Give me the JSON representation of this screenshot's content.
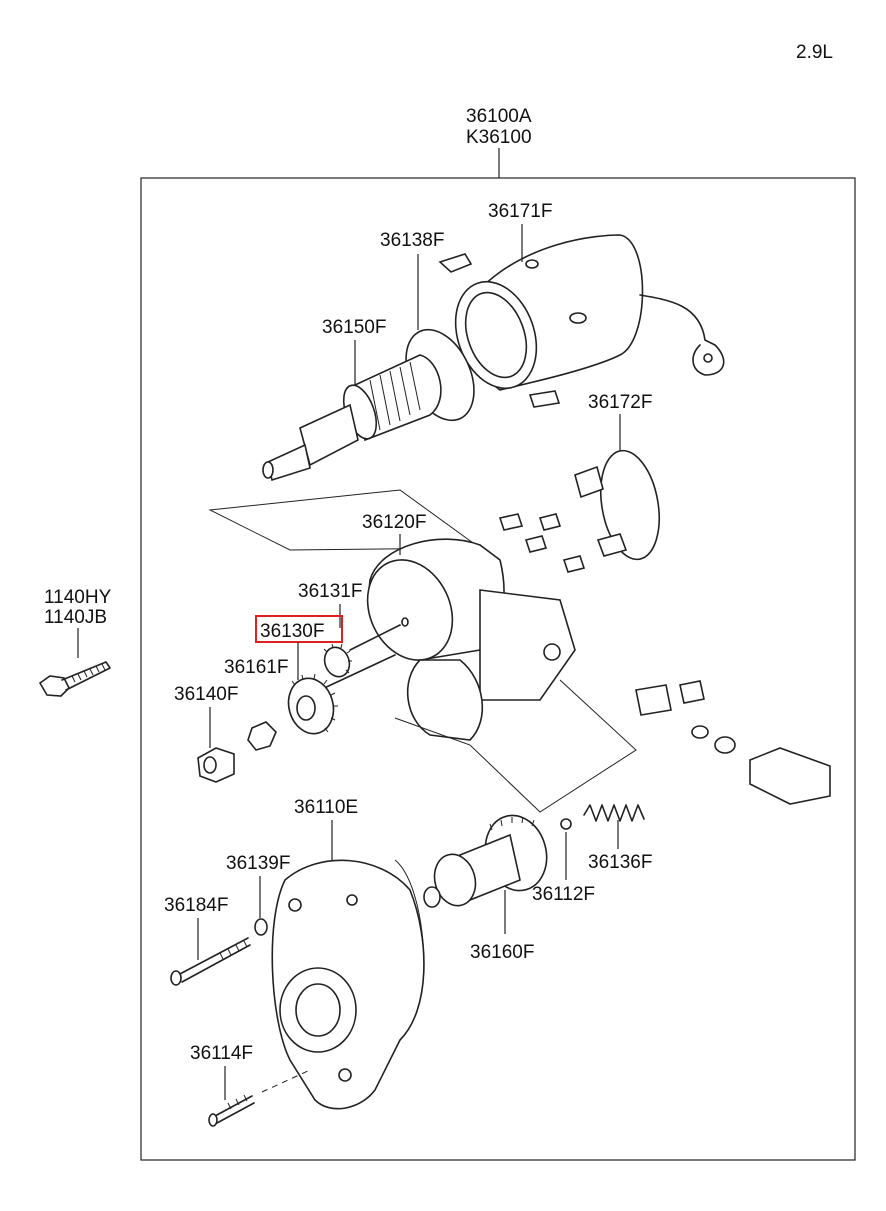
{
  "engine_label": "2.9L",
  "assembly": {
    "part_number": "36100A",
    "kit_number": "K36100"
  },
  "external_bolts": [
    "1140HY",
    "1140JB"
  ],
  "callouts": {
    "c36171F": "36171F",
    "c36138F": "36138F",
    "c36150F": "36150F",
    "c36172F": "36172F",
    "c36120F": "36120F",
    "c36131F": "36131F",
    "c36130F": "36130F",
    "c36161F": "36161F",
    "c36140F": "36140F",
    "c36110E": "36110E",
    "c36139F": "36139F",
    "c36136F": "36136F",
    "c36184F": "36184F",
    "c36112F": "36112F",
    "c36160F": "36160F",
    "c36114F": "36114F"
  },
  "highlighted_part": "36130F",
  "colors": {
    "highlight": "#e02020",
    "line": "#222222"
  }
}
